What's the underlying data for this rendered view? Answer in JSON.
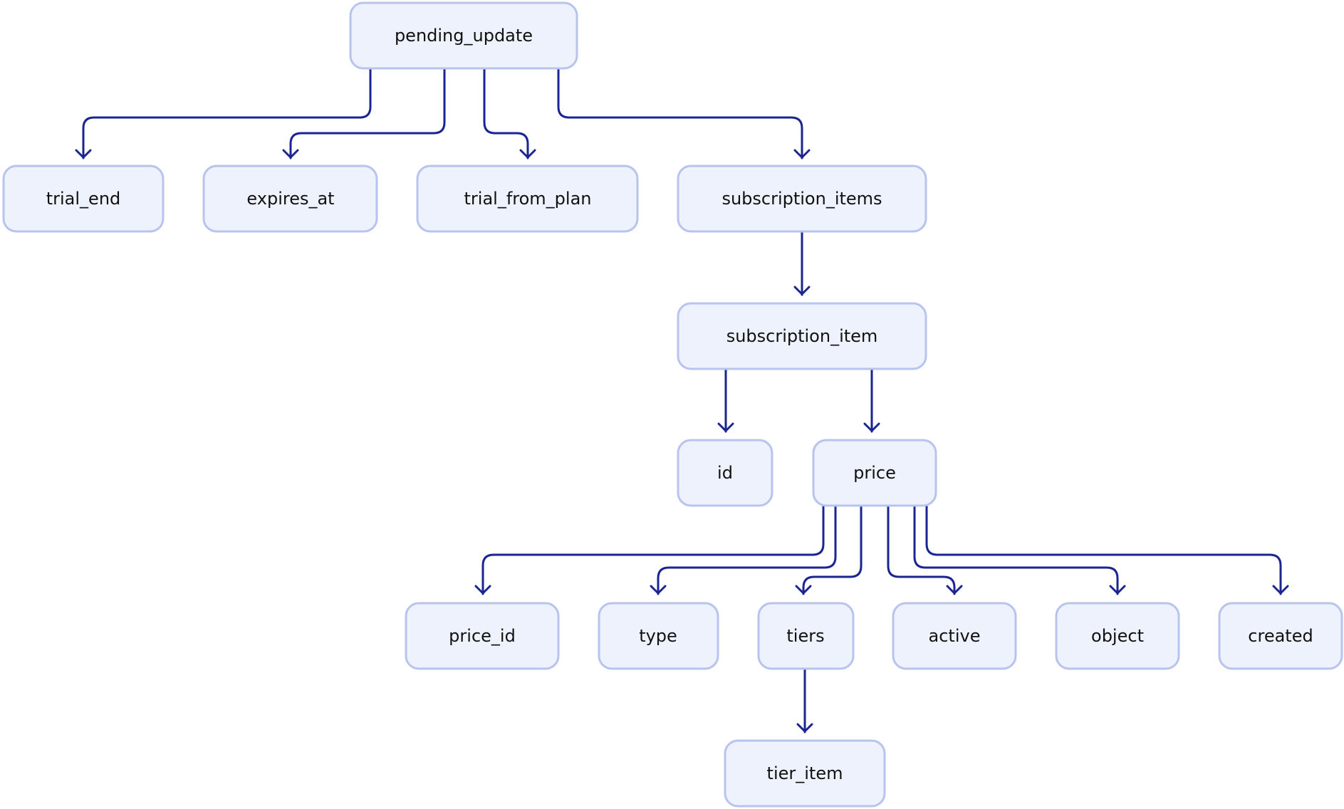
{
  "diagram": {
    "type": "tree",
    "line_color": "#1a2592",
    "node_fill": "#eef2fd",
    "node_border": "#b8c3ee",
    "nodes": {
      "pending_update": "pending_update",
      "trial_end": "trial_end",
      "expires_at": "expires_at",
      "trial_from_plan": "trial_from_plan",
      "subscription_items": "subscription_items",
      "subscription_item": "subscription_item",
      "id": "id",
      "price": "price",
      "price_id": "price_id",
      "type": "type",
      "tiers": "tiers",
      "active": "active",
      "object": "object",
      "created": "created",
      "tier_item": "tier_item"
    },
    "edges": [
      {
        "from": "pending_update",
        "to": "trial_end"
      },
      {
        "from": "pending_update",
        "to": "expires_at"
      },
      {
        "from": "pending_update",
        "to": "trial_from_plan"
      },
      {
        "from": "pending_update",
        "to": "subscription_items"
      },
      {
        "from": "subscription_items",
        "to": "subscription_item"
      },
      {
        "from": "subscription_item",
        "to": "id"
      },
      {
        "from": "subscription_item",
        "to": "price"
      },
      {
        "from": "price",
        "to": "price_id"
      },
      {
        "from": "price",
        "to": "type"
      },
      {
        "from": "price",
        "to": "tiers"
      },
      {
        "from": "price",
        "to": "active"
      },
      {
        "from": "price",
        "to": "object"
      },
      {
        "from": "price",
        "to": "created"
      },
      {
        "from": "tiers",
        "to": "tier_item"
      }
    ]
  }
}
